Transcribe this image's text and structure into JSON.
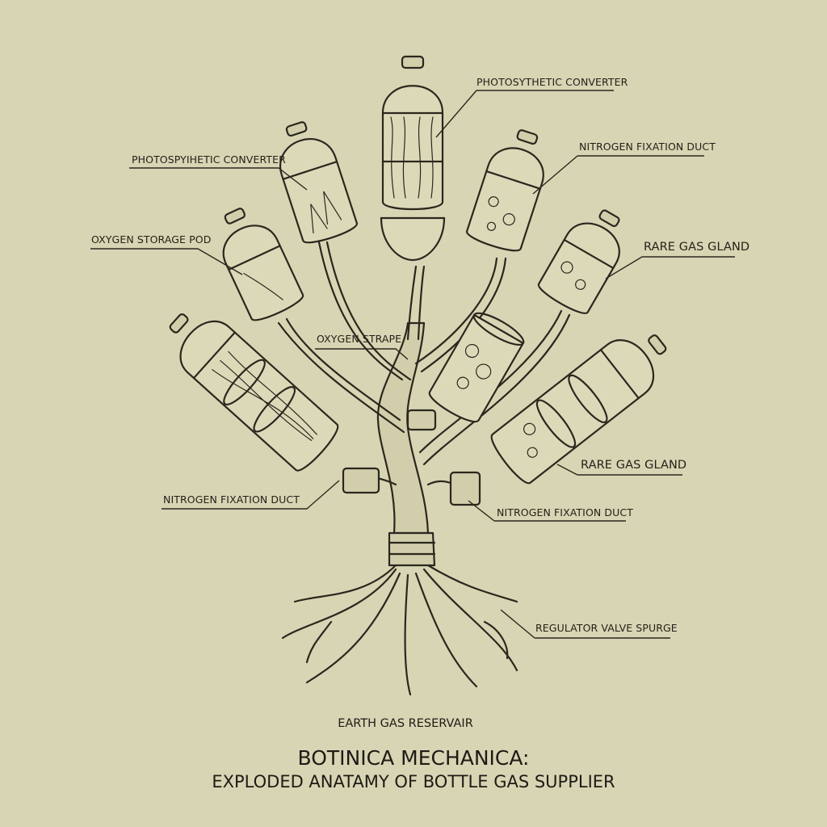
{
  "diagram": {
    "background_color": "#d8d5b4",
    "ink_color": "#2a271e",
    "labels": [
      {
        "id": "photosynthetic-converter-top",
        "text": "PHOTOSYTHETIC CONVERTER"
      },
      {
        "id": "photosynthetic-converter-left",
        "text": "PHOTOSPYIHETIC CONVERTER"
      },
      {
        "id": "nitrogen-fixation-duct-top",
        "text": "NITROGEN FIXATION DUCT"
      },
      {
        "id": "oxygen-storage-pod",
        "text": "OXYGEN STORAGE POD"
      },
      {
        "id": "rare-gas-gland-top",
        "text": "RARE GAS GLAND"
      },
      {
        "id": "oxygen-strape",
        "text": "OXYGEN STRAPE"
      },
      {
        "id": "nitrogen-fixation-duct-left",
        "text": "NITROGEN FIXATION DUCT"
      },
      {
        "id": "rare-gas-gland-right",
        "text": "RARE GAS GLAND"
      },
      {
        "id": "nitrogen-fixation-duct-right",
        "text": "NITROGEN FIXATION DUCT"
      },
      {
        "id": "regulator-valve-spurge",
        "text": "REGULATOR VALVE SPURGE"
      }
    ],
    "caption": {
      "subtitle": "EARTH GAS RESERVAIR",
      "title": "BOTINICA MECHANICA:",
      "title_line2": "EXPLODED ANATAMY OF BOTTLE GAS SUPPLIER"
    }
  }
}
